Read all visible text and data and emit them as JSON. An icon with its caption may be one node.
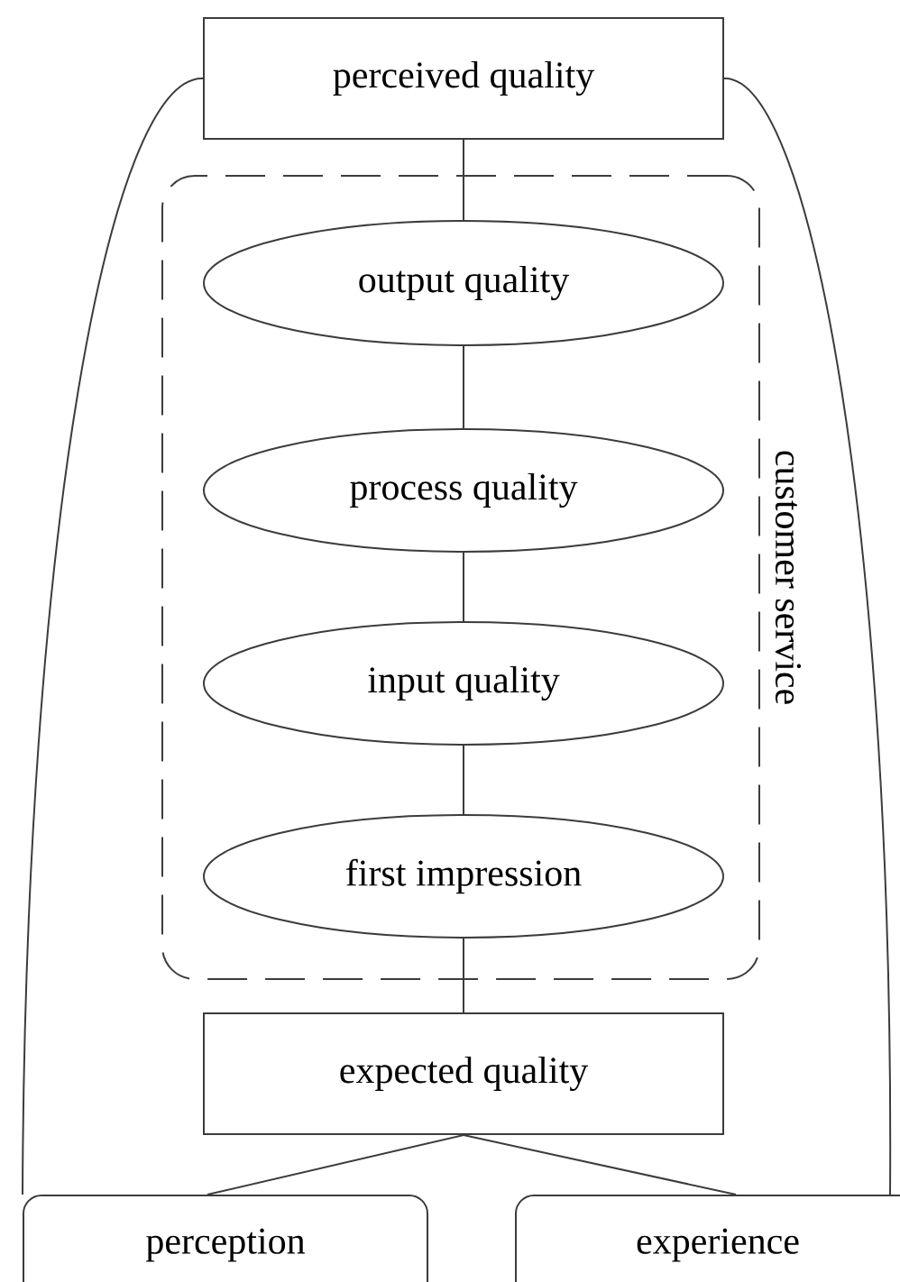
{
  "diagram": {
    "nodes": [
      {
        "text": [
          "perceived quality"
        ]
      },
      {
        "text": [
          "customer service"
        ]
      },
      {
        "text": [
          "output quality"
        ],
        "in": 1
      },
      {
        "text": [
          "process quality"
        ],
        "in": 1
      },
      {
        "text": [
          "input quality"
        ],
        "in": 1
      },
      {
        "text": [
          "first impression"
        ],
        "in": 1
      },
      {
        "text": [
          "expected quality"
        ]
      },
      {
        "text": [
          "perception"
        ]
      },
      {
        "text": [
          "experience"
        ]
      }
    ],
    "edges": [
      {
        "from": 0,
        "to": 2,
        "arrow": "none"
      },
      {
        "from": 2,
        "to": 3,
        "arrow": "none"
      },
      {
        "from": 3,
        "to": 4,
        "arrow": "none"
      },
      {
        "from": 4,
        "to": 5,
        "arrow": "none"
      },
      {
        "from": 5,
        "to": 6,
        "arrow": "none"
      },
      {
        "from": 6,
        "to": 7,
        "arrow": "none"
      },
      {
        "from": 6,
        "to": 8,
        "arrow": "none"
      },
      {
        "from": 0,
        "to": 7,
        "arrow": "none"
      },
      {
        "from": 0,
        "to": 8,
        "arrow": "none"
      }
    ]
  }
}
